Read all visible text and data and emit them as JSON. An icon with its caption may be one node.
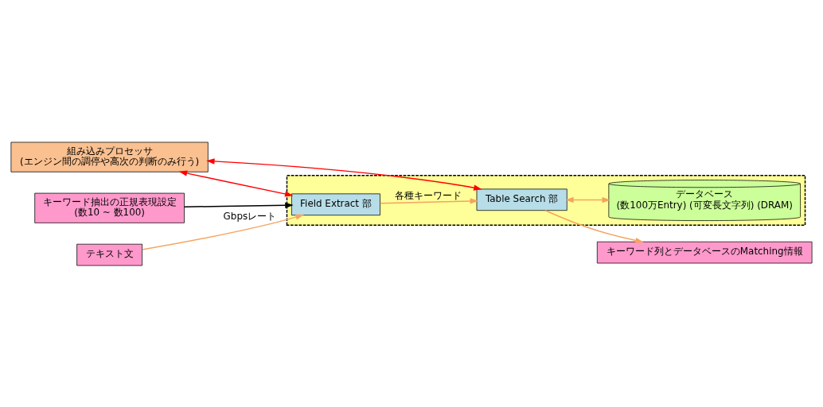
{
  "diagram": {
    "nodes": [
      {
        "text": [
          "組み込みプロセッサ",
          "(エンジン間の調停や高次の判断のみ行う)"
        ]
      },
      {
        "text": [
          "キーワード抽出の正規表現設定",
          "(数10 ~ 数100)"
        ]
      },
      {
        "text": [],
        "shape": "box"
      },
      {
        "text": [
          "テキスト文"
        ]
      },
      {
        "text": [
          "Field Extract 部"
        ],
        "in": 2
      },
      {
        "text": [
          "Table Search 部"
        ],
        "in": 2
      },
      {
        "text": [
          "データベース",
          "(数100万Entry) (可変長文字列) (DRAM)"
        ],
        "in": 2
      },
      {
        "text": [
          "キーワード列とデータベースのMatching情報"
        ]
      }
    ],
    "edges": [
      {
        "from": 1,
        "to": 4,
        "arrow": "to",
        "color": "#000000"
      },
      {
        "from": 0,
        "to": 4,
        "arrow": "both",
        "color": "#ff0000"
      },
      {
        "from": 0,
        "to": 5,
        "arrow": "both",
        "color": "#ff0000"
      },
      {
        "from": 3,
        "to": 4,
        "arrow": "to",
        "label": "Gbpsレート"
      },
      {
        "from": 4,
        "to": 5,
        "arrow": "to",
        "label": "各種キーワード"
      },
      {
        "from": 5,
        "to": 6,
        "arrow": "both"
      },
      {
        "from": 5,
        "to": 7,
        "arrow": "to"
      }
    ]
  }
}
